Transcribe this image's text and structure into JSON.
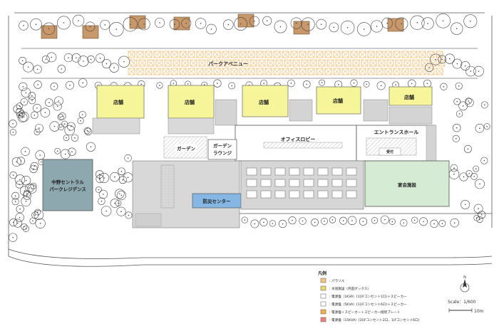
{
  "labels": {
    "park_avenue": "パークアベニュー",
    "shop": "店舗",
    "office_lobby": "オフィスロビー",
    "entrance_hall": "エントランスホール",
    "garden": "ガーデン",
    "garden_lounge_1": "ガーデン",
    "garden_lounge_2": "ラウンジ",
    "residence_1": "中野セントラル",
    "residence_2": "パークレジデンス",
    "disaster_center": "防災センター",
    "ticket": "受付",
    "banquet": "宴会施設"
  },
  "legend": {
    "title": "凡例",
    "items": [
      {
        "icon": "parasol-icon",
        "text": ": パラソル"
      },
      {
        "icon": "hydrant-icon",
        "text": ": 水道施設（丹田ボックス）"
      },
      {
        "icon": "power-speaker-icon",
        "text": ": 電源盤（1KVA）[1](Fコンセント1口)＋スピーカー"
      },
      {
        "icon": "power-icon",
        "text": ": 電源盤（5KVA）[1](Fコンセント6口)＋スピーカー"
      },
      {
        "icon": "power-plate-icon",
        "text": ": 電源盤＋スピーカー＋スピーカー接続プレート"
      },
      {
        "icon": "power-large-icon",
        "text": ": 電源盤（15KVA）[3](Fコンセント2口、1(Fコンセント6口)"
      }
    ]
  },
  "scale": {
    "text": "Scale：1/600",
    "bar": "10m",
    "north": "N"
  },
  "colors": {
    "shop": "#f6f59a",
    "residence": "#8ea8b0",
    "disaster": "#86b7e4",
    "banquet": "#d6ebd4",
    "gray": "#cfcfcf",
    "tree_brown": "#c9986a",
    "parasol": "#f4c47d"
  }
}
